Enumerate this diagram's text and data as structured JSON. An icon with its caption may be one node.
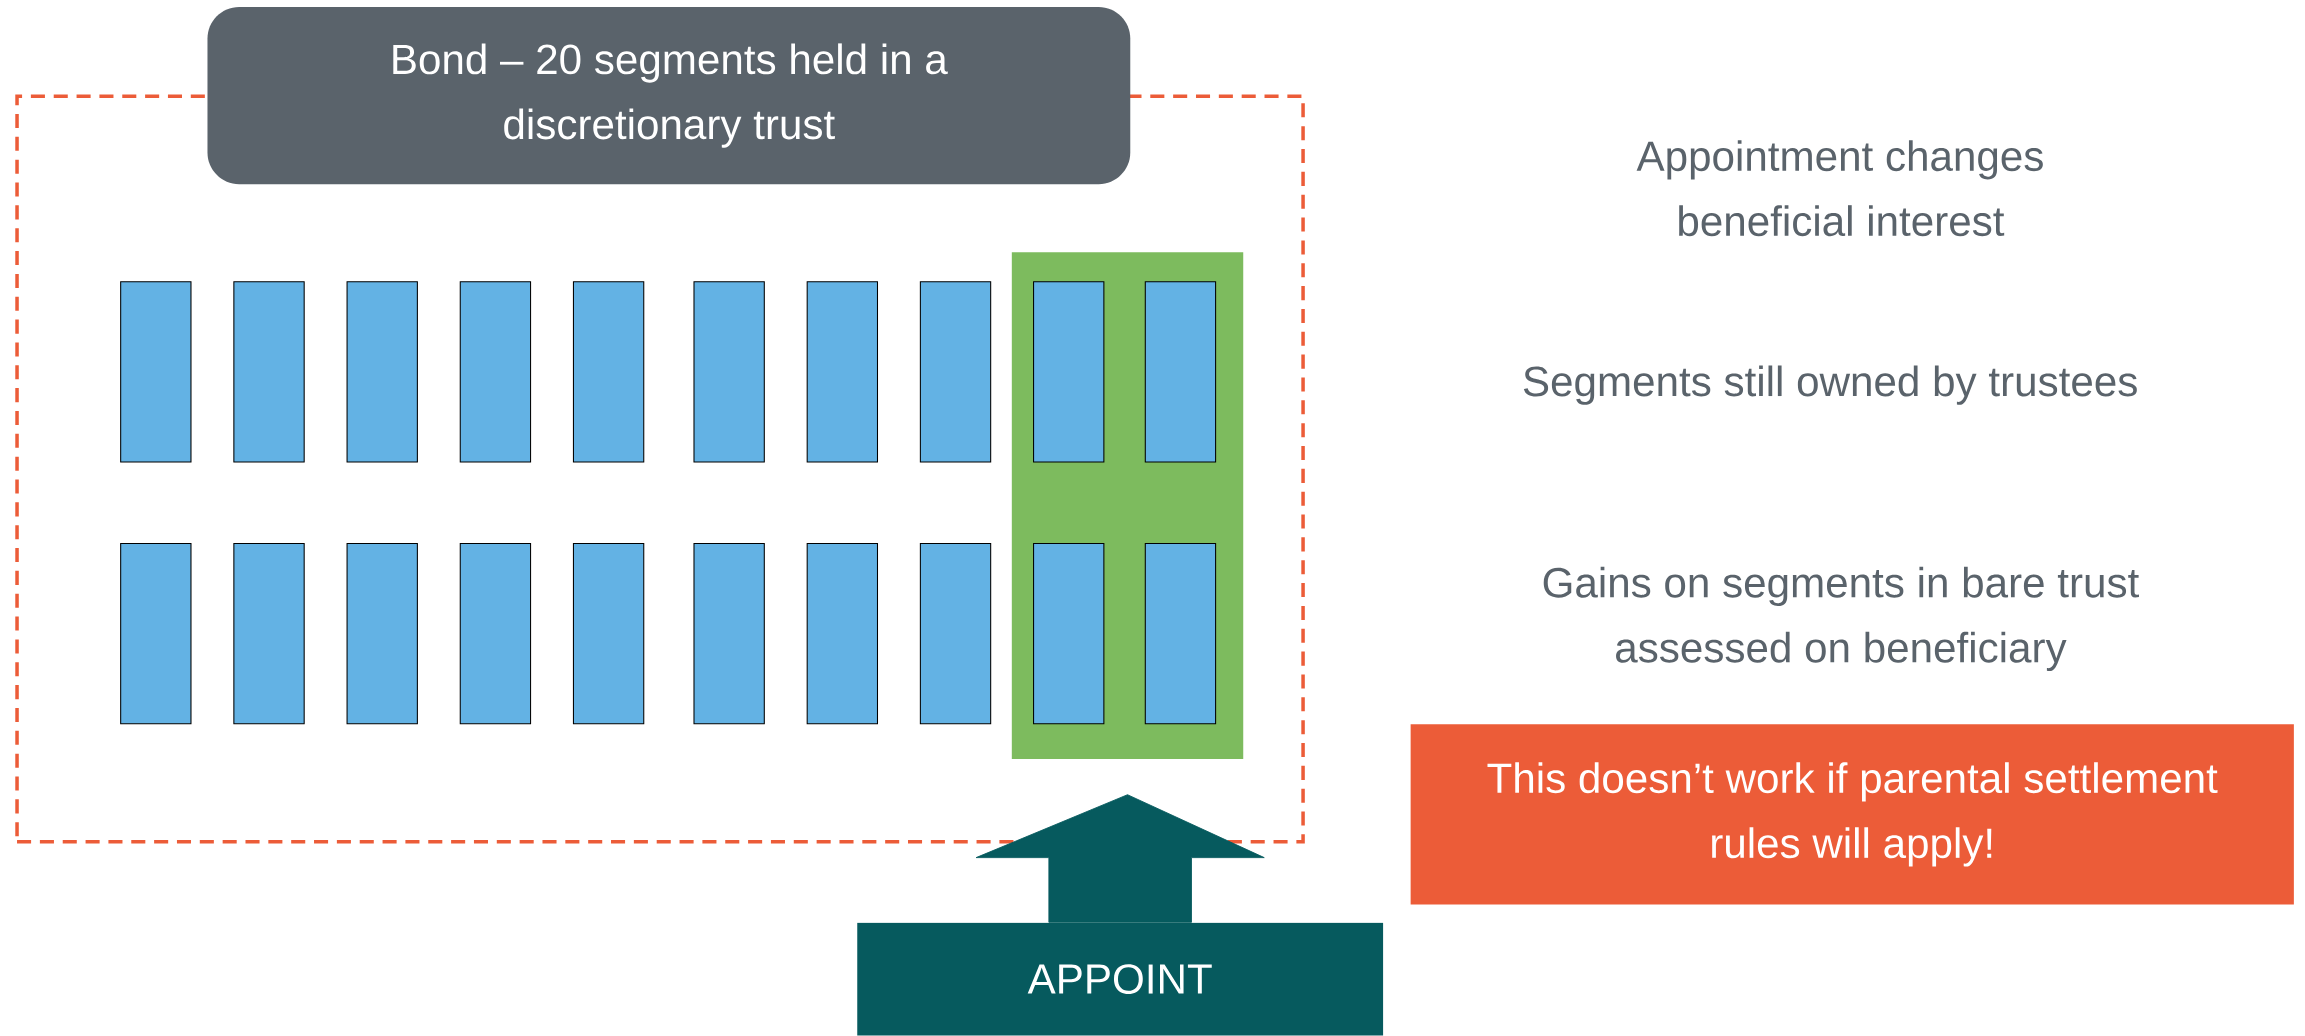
{
  "diagram": {
    "nodes": [
      {
        "text": [
          "Bond – 20 segments held in a discretionary trust"
        ]
      },
      {
        "text": [],
        "shape": "box"
      },
      {
        "text": [],
        "shape": "box",
        "in": 1
      },
      {
        "text": [],
        "shape": "box",
        "in": 1
      },
      {
        "text": [],
        "shape": "box",
        "in": 1
      },
      {
        "text": [],
        "shape": "box",
        "in": 1
      },
      {
        "text": [],
        "shape": "box",
        "in": 1
      },
      {
        "text": [],
        "shape": "box",
        "in": 1
      },
      {
        "text": [],
        "shape": "box",
        "in": 1
      },
      {
        "text": [],
        "shape": "box",
        "in": 1
      },
      {
        "text": [],
        "shape": "box",
        "in": 1
      },
      {
        "text": [],
        "shape": "box",
        "in": 2
      },
      {
        "text": [],
        "shape": "box",
        "in": 2
      },
      {
        "text": [],
        "shape": "box",
        "in": 1
      },
      {
        "text": [],
        "shape": "box",
        "in": 1
      },
      {
        "text": [],
        "shape": "box",
        "in": 1
      },
      {
        "text": [],
        "shape": "box",
        "in": 1
      },
      {
        "text": [],
        "shape": "box",
        "in": 1
      },
      {
        "text": [],
        "shape": "box",
        "in": 1
      },
      {
        "text": [],
        "shape": "box",
        "in": 1
      },
      {
        "text": [],
        "shape": "box",
        "in": 1
      },
      {
        "text": [],
        "shape": "box",
        "in": 2
      },
      {
        "text": [],
        "shape": "box",
        "in": 2
      },
      {
        "text": [
          "This doesn’t work if parental settlement rules will apply!"
        ]
      },
      {
        "text": [
          "APPOINT"
        ]
      }
    ],
    "edges": [
      {
        "from": 24,
        "to": 2,
        "arrow": "to"
      }
    ],
    "labels": [
      "Appointment changes beneficial interest",
      "Segments still owned by trustees",
      "Gains on segments in bare trust assessed on beneficiary"
    ]
  }
}
